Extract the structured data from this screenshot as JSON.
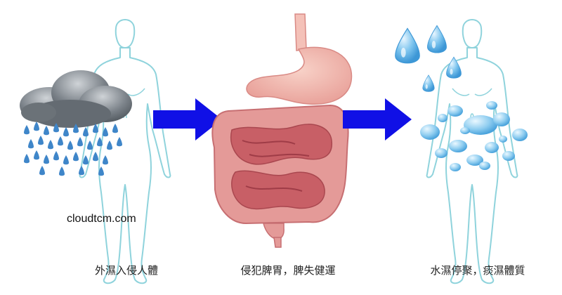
{
  "watermark": "cloudtcm.com",
  "stages": [
    {
      "caption": "外濕入侵人體"
    },
    {
      "caption": "侵犯脾胃，脾失健運"
    },
    {
      "caption": "水濕停聚，痰濕體質"
    }
  ],
  "colors": {
    "arrow": "#1010e6",
    "body_outline": "#8fd3dc",
    "water": "#5fb6e8",
    "cloud": "#6e757c",
    "intestine": "#d9787e",
    "stomach": "#f2b4ac"
  },
  "icons": [
    "rain-cloud-icon",
    "water-drop-icon",
    "arrow-right-icon"
  ]
}
